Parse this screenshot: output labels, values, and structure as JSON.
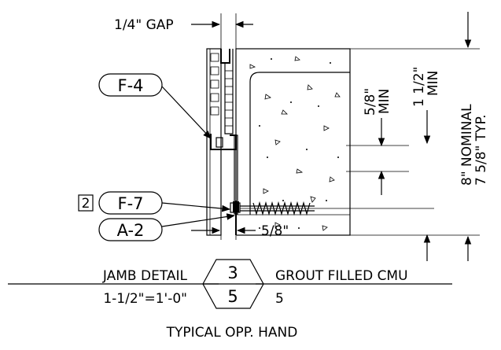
{
  "callouts": {
    "gap": "1/4\" GAP",
    "tag_f4": "F-4",
    "tag_f7": "F-7",
    "tag_a2": "A-2",
    "key_box": "2",
    "dim_bottom": "5/8\"",
    "dim_min_a_value": "5/8\"",
    "dim_min_a_unit": "MIN",
    "dim_min_b_value": "1 1/2\"",
    "dim_min_b_unit": "MIN",
    "dim_nominal": "8\" NOMINAL",
    "dim_typ": "7 5/8\" TYP."
  },
  "title_block": {
    "title": "JAMB DETAIL",
    "scale": "1-1/2\"=1'-0\"",
    "detail_number": "3",
    "sheet_number": "5",
    "right_title": "GROUT FILLED CMU",
    "right_sub": "5",
    "note": "TYPICAL OPP. HAND"
  }
}
